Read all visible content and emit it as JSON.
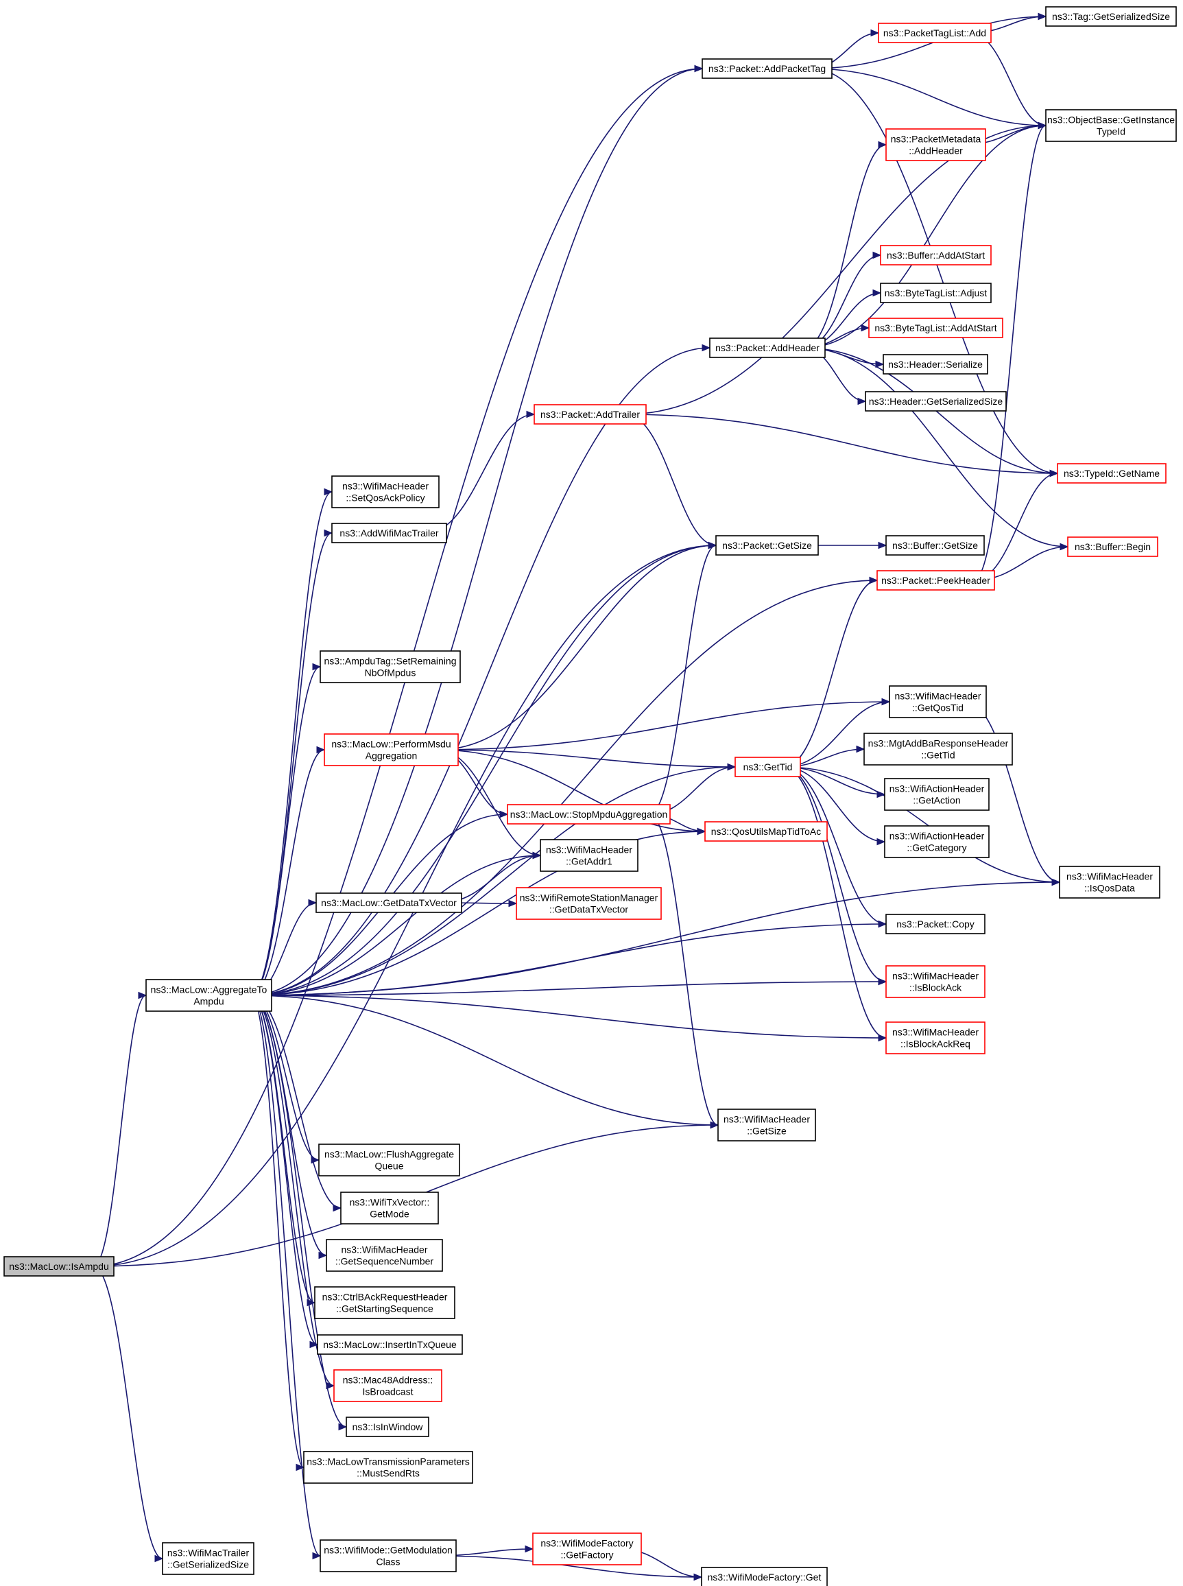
{
  "graph": {
    "colors": {
      "edge": "#191970",
      "box_normal": "#000000",
      "box_incomplete": "#ff0000",
      "root_fill": "#bfbfbf"
    },
    "nodes": [
      {
        "id": "isampdu",
        "lines": [
          "ns3::MacLow::IsAmpdu"
        ],
        "style": "root"
      },
      {
        "id": "aggregate",
        "lines": [
          "ns3::MacLow::AggregateTo",
          "Ampdu"
        ],
        "style": "black"
      },
      {
        "id": "trailer_size",
        "lines": [
          "ns3::WifiMacTrailer",
          "::GetSerializedSize"
        ],
        "style": "black"
      },
      {
        "id": "addpackettag",
        "lines": [
          "ns3::Packet::AddPacketTag"
        ],
        "style": "black"
      },
      {
        "id": "packettaglist_add",
        "lines": [
          "ns3::PacketTagList::Add"
        ],
        "style": "red"
      },
      {
        "id": "tag_size",
        "lines": [
          "ns3::Tag::GetSerializedSize"
        ],
        "style": "black"
      },
      {
        "id": "getinstancetypeid",
        "lines": [
          "ns3::ObjectBase::GetInstance",
          "TypeId"
        ],
        "style": "black"
      },
      {
        "id": "metadata_addheader",
        "lines": [
          "ns3::PacketMetadata",
          "::AddHeader"
        ],
        "style": "red"
      },
      {
        "id": "buffer_addatstart",
        "lines": [
          "ns3::Buffer::AddAtStart"
        ],
        "style": "red"
      },
      {
        "id": "bytetag_adjust",
        "lines": [
          "ns3::ByteTagList::Adjust"
        ],
        "style": "black"
      },
      {
        "id": "bytetag_addatstart",
        "lines": [
          "ns3::ByteTagList::AddAtStart"
        ],
        "style": "red"
      },
      {
        "id": "packet_addheader",
        "lines": [
          "ns3::Packet::AddHeader"
        ],
        "style": "black"
      },
      {
        "id": "header_serialize",
        "lines": [
          "ns3::Header::Serialize"
        ],
        "style": "black"
      },
      {
        "id": "header_size",
        "lines": [
          "ns3::Header::GetSerializedSize"
        ],
        "style": "black"
      },
      {
        "id": "packet_addtrailer",
        "lines": [
          "ns3::Packet::AddTrailer"
        ],
        "style": "red"
      },
      {
        "id": "typeid_getname",
        "lines": [
          "ns3::TypeId::GetName"
        ],
        "style": "red"
      },
      {
        "id": "setqosackpolicy",
        "lines": [
          "ns3::WifiMacHeader",
          "::SetQosAckPolicy"
        ],
        "style": "black"
      },
      {
        "id": "addwifimactrailer",
        "lines": [
          "ns3::AddWifiMacTrailer"
        ],
        "style": "black"
      },
      {
        "id": "packet_getsize",
        "lines": [
          "ns3::Packet::GetSize"
        ],
        "style": "black"
      },
      {
        "id": "buffer_getsize",
        "lines": [
          "ns3::Buffer::GetSize"
        ],
        "style": "black"
      },
      {
        "id": "buffer_begin",
        "lines": [
          "ns3::Buffer::Begin"
        ],
        "style": "red"
      },
      {
        "id": "packet_peekheader",
        "lines": [
          "ns3::Packet::PeekHeader"
        ],
        "style": "red"
      },
      {
        "id": "ampdutag",
        "lines": [
          "ns3::AmpduTag::SetRemaining",
          "NbOfMpdus"
        ],
        "style": "black"
      },
      {
        "id": "getqostid",
        "lines": [
          "ns3::WifiMacHeader",
          "::GetQosTid"
        ],
        "style": "black"
      },
      {
        "id": "mgtaddba_gettid",
        "lines": [
          "ns3::MgtAddBaResponseHeader",
          "::GetTid"
        ],
        "style": "black"
      },
      {
        "id": "performmsdu",
        "lines": [
          "ns3::MacLow::PerformMsdu",
          "Aggregation"
        ],
        "style": "red"
      },
      {
        "id": "gettid",
        "lines": [
          "ns3::GetTid"
        ],
        "style": "red"
      },
      {
        "id": "getaction",
        "lines": [
          "ns3::WifiActionHeader",
          "::GetAction"
        ],
        "style": "black"
      },
      {
        "id": "stopmpdu",
        "lines": [
          "ns3::MacLow::StopMpduAggregation"
        ],
        "style": "red"
      },
      {
        "id": "qosutils",
        "lines": [
          "ns3::QosUtilsMapTidToAc"
        ],
        "style": "red"
      },
      {
        "id": "getcategory",
        "lines": [
          "ns3::WifiActionHeader",
          "::GetCategory"
        ],
        "style": "black"
      },
      {
        "id": "getaddr1",
        "lines": [
          "ns3::WifiMacHeader",
          "::GetAddr1"
        ],
        "style": "black"
      },
      {
        "id": "isqosdata",
        "lines": [
          "ns3::WifiMacHeader",
          "::IsQosData"
        ],
        "style": "black"
      },
      {
        "id": "getdatatxvector",
        "lines": [
          "ns3::MacLow::GetDataTxVector"
        ],
        "style": "black"
      },
      {
        "id": "rsm_getdatatxvector",
        "lines": [
          "ns3::WifiRemoteStationManager",
          "::GetDataTxVector"
        ],
        "style": "red"
      },
      {
        "id": "packet_copy",
        "lines": [
          "ns3::Packet::Copy"
        ],
        "style": "black"
      },
      {
        "id": "isblockack",
        "lines": [
          "ns3::WifiMacHeader",
          "::IsBlockAck"
        ],
        "style": "red"
      },
      {
        "id": "isblockackreq",
        "lines": [
          "ns3::WifiMacHeader",
          "::IsBlockAckReq"
        ],
        "style": "red"
      },
      {
        "id": "wifimacheader_getsize",
        "lines": [
          "ns3::WifiMacHeader",
          "::GetSize"
        ],
        "style": "black"
      },
      {
        "id": "flushaggregate",
        "lines": [
          "ns3::MacLow::FlushAggregate",
          "Queue"
        ],
        "style": "black"
      },
      {
        "id": "txvector_getmode",
        "lines": [
          "ns3::WifiTxVector::",
          "GetMode"
        ],
        "style": "black"
      },
      {
        "id": "getsequencenumber",
        "lines": [
          "ns3::WifiMacHeader",
          "::GetSequenceNumber"
        ],
        "style": "black"
      },
      {
        "id": "ctrlback",
        "lines": [
          "ns3::CtrlBAckRequestHeader",
          "::GetStartingSequence"
        ],
        "style": "black"
      },
      {
        "id": "insertintxqueue",
        "lines": [
          "ns3::MacLow::InsertInTxQueue"
        ],
        "style": "black"
      },
      {
        "id": "isbroadcast",
        "lines": [
          "ns3::Mac48Address::",
          "IsBroadcast"
        ],
        "style": "red"
      },
      {
        "id": "isinwindow",
        "lines": [
          "ns3::IsInWindow"
        ],
        "style": "black"
      },
      {
        "id": "mustsendrts",
        "lines": [
          "ns3::MacLowTransmissionParameters",
          "::MustSendRts"
        ],
        "style": "black"
      },
      {
        "id": "getmodulationclass",
        "lines": [
          "ns3::WifiMode::GetModulation",
          "Class"
        ],
        "style": "black"
      },
      {
        "id": "modefactory_getfactory",
        "lines": [
          "ns3::WifiModeFactory",
          "::GetFactory"
        ],
        "style": "red"
      },
      {
        "id": "modefactory_get",
        "lines": [
          "ns3::WifiModeFactory::Get"
        ],
        "style": "black"
      }
    ],
    "edges": [
      [
        "isampdu",
        "aggregate"
      ],
      [
        "isampdu",
        "addpackettag"
      ],
      [
        "isampdu",
        "packet_getsize"
      ],
      [
        "isampdu",
        "wifimacheader_getsize"
      ],
      [
        "isampdu",
        "trailer_size"
      ],
      [
        "addpackettag",
        "packettaglist_add"
      ],
      [
        "addpackettag",
        "tag_size"
      ],
      [
        "addpackettag",
        "getinstancetypeid"
      ],
      [
        "addpackettag",
        "typeid_getname"
      ],
      [
        "packettaglist_add",
        "tag_size"
      ],
      [
        "packettaglist_add",
        "getinstancetypeid"
      ],
      [
        "metadata_addheader",
        "getinstancetypeid"
      ],
      [
        "packet_addheader",
        "metadata_addheader"
      ],
      [
        "packet_addheader",
        "getinstancetypeid"
      ],
      [
        "packet_addheader",
        "buffer_addatstart"
      ],
      [
        "packet_addheader",
        "bytetag_adjust"
      ],
      [
        "packet_addheader",
        "bytetag_addatstart"
      ],
      [
        "packet_addheader",
        "header_serialize"
      ],
      [
        "packet_addheader",
        "header_size"
      ],
      [
        "packet_addheader",
        "typeid_getname"
      ],
      [
        "packet_addheader",
        "buffer_begin"
      ],
      [
        "packet_addtrailer",
        "getinstancetypeid"
      ],
      [
        "packet_addtrailer",
        "typeid_getname"
      ],
      [
        "packet_addtrailer",
        "packet_getsize"
      ],
      [
        "addwifimactrailer",
        "packet_addtrailer"
      ],
      [
        "packet_getsize",
        "buffer_getsize"
      ],
      [
        "packet_peekheader",
        "buffer_begin"
      ],
      [
        "packet_peekheader",
        "typeid_getname"
      ],
      [
        "packet_peekheader",
        "getinstancetypeid"
      ],
      [
        "performmsdu",
        "packet_getsize"
      ],
      [
        "performmsdu",
        "getqostid"
      ],
      [
        "performmsdu",
        "gettid"
      ],
      [
        "performmsdu",
        "qosutils"
      ],
      [
        "performmsdu",
        "stopmpdu"
      ],
      [
        "performmsdu",
        "getaddr1"
      ],
      [
        "gettid",
        "packet_peekheader"
      ],
      [
        "gettid",
        "getqostid"
      ],
      [
        "gettid",
        "mgtaddba_gettid"
      ],
      [
        "gettid",
        "getaction"
      ],
      [
        "gettid",
        "getcategory"
      ],
      [
        "gettid",
        "isqosdata"
      ],
      [
        "gettid",
        "packet_copy"
      ],
      [
        "gettid",
        "isblockack"
      ],
      [
        "gettid",
        "isblockackreq"
      ],
      [
        "stopmpdu",
        "gettid"
      ],
      [
        "stopmpdu",
        "packet_getsize"
      ],
      [
        "stopmpdu",
        "qosutils"
      ],
      [
        "stopmpdu",
        "wifimacheader_getsize"
      ],
      [
        "getqostid",
        "isqosdata"
      ],
      [
        "getdatatxvector",
        "getaddr1"
      ],
      [
        "getdatatxvector",
        "rsm_getdatatxvector"
      ],
      [
        "getmodulationclass",
        "modefactory_getfactory"
      ],
      [
        "getmodulationclass",
        "modefactory_get"
      ],
      [
        "modefactory_getfactory",
        "modefactory_get"
      ],
      [
        "aggregate",
        "addpackettag"
      ],
      [
        "aggregate",
        "packet_addheader"
      ],
      [
        "aggregate",
        "setqosackpolicy"
      ],
      [
        "aggregate",
        "addwifimactrailer"
      ],
      [
        "aggregate",
        "packet_getsize"
      ],
      [
        "aggregate",
        "packet_peekheader"
      ],
      [
        "aggregate",
        "ampdutag"
      ],
      [
        "aggregate",
        "gettid"
      ],
      [
        "aggregate",
        "performmsdu"
      ],
      [
        "aggregate",
        "stopmpdu"
      ],
      [
        "aggregate",
        "getaddr1"
      ],
      [
        "aggregate",
        "getdatatxvector"
      ],
      [
        "aggregate",
        "qosutils"
      ],
      [
        "aggregate",
        "packet_copy"
      ],
      [
        "aggregate",
        "isblockack"
      ],
      [
        "aggregate",
        "isblockackreq"
      ],
      [
        "aggregate",
        "isqosdata"
      ],
      [
        "aggregate",
        "wifimacheader_getsize"
      ],
      [
        "aggregate",
        "flushaggregate"
      ],
      [
        "aggregate",
        "txvector_getmode"
      ],
      [
        "aggregate",
        "getsequencenumber"
      ],
      [
        "aggregate",
        "ctrlback"
      ],
      [
        "aggregate",
        "insertintxqueue"
      ],
      [
        "aggregate",
        "isbroadcast"
      ],
      [
        "aggregate",
        "isinwindow"
      ],
      [
        "aggregate",
        "mustsendrts"
      ],
      [
        "aggregate",
        "getmodulationclass"
      ]
    ]
  }
}
